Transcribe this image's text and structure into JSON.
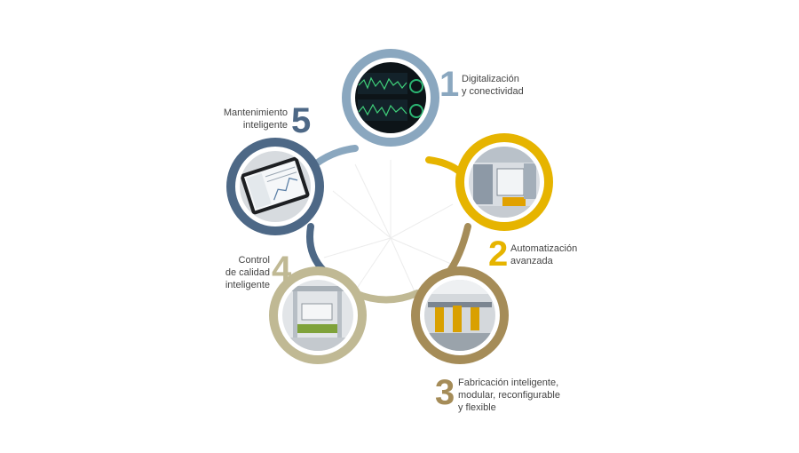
{
  "colors": {
    "step1": "#8aa7bf",
    "step2": "#e6b400",
    "step3": "#a58c58",
    "step4": "#c0b994",
    "step5": "#4d6886",
    "text": "#444444"
  },
  "steps": [
    {
      "number": "1",
      "lines": [
        "Digitalización",
        "y conectividad"
      ],
      "image": "monitoring-dashboard-screen"
    },
    {
      "number": "2",
      "lines": [
        "Automatización",
        "avanzada"
      ],
      "image": "automated-production-cell"
    },
    {
      "number": "3",
      "lines": [
        "Fabricación inteligente,",
        "modular, reconfigurable",
        "y flexible"
      ],
      "image": "robotic-assembly-line"
    },
    {
      "number": "4",
      "lines": [
        "Control",
        "de calidad",
        "inteligente"
      ],
      "image": "inspection-station"
    },
    {
      "number": "5",
      "lines": [
        "Mantenimiento",
        "inteligente"
      ],
      "image": "maintenance-tablet"
    }
  ]
}
